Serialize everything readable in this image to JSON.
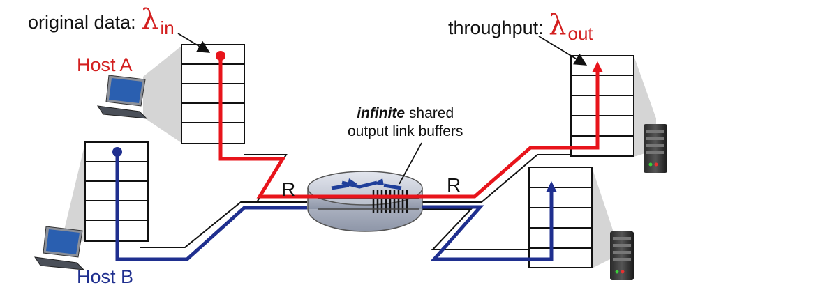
{
  "labels": {
    "original_data": "original data:",
    "lambda_in_symbol": "λ",
    "lambda_in_sub": "in",
    "throughput": "throughput:",
    "lambda_out_symbol": "λ",
    "lambda_out_sub": "out",
    "host_a": "Host A",
    "host_b": "Host B",
    "buffer_emphasis": "infinite",
    "buffer_rest": " shared",
    "buffer_line2": "output link buffers",
    "router_left": "R",
    "router_right": "R"
  },
  "colors": {
    "red_path": "#e8141b",
    "blue_path": "#1f2f8f",
    "host_a_text": "#d32020",
    "host_b_text": "#1f2f8f"
  },
  "icons": {
    "host_a": "laptop-icon",
    "host_b": "laptop-icon",
    "server_top": "server-icon",
    "server_bottom": "server-icon",
    "router": "router-icon"
  }
}
